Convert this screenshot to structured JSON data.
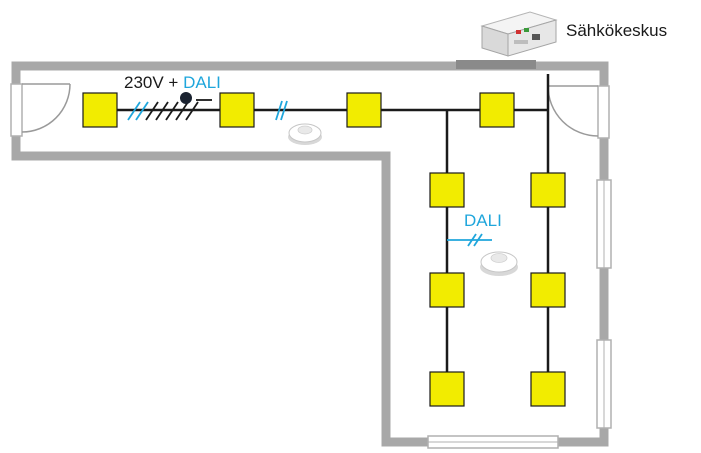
{
  "labels": {
    "panel": "Sähkökeskus",
    "cable_main_prefix": "230V + ",
    "cable_main_dali": "DALI",
    "cable_branch_dali": "DALI"
  },
  "colors": {
    "luminaire_fill": "#f2ec00",
    "dali_blue": "#1fa6dc",
    "wall": "#a8a8a8",
    "wire": "#1a1a1a"
  },
  "icons": {
    "sensor": "ceiling-presence-sensor-icon",
    "panel": "din-rail-controller-icon",
    "door": "door-swing-icon",
    "window": "window-icon"
  }
}
